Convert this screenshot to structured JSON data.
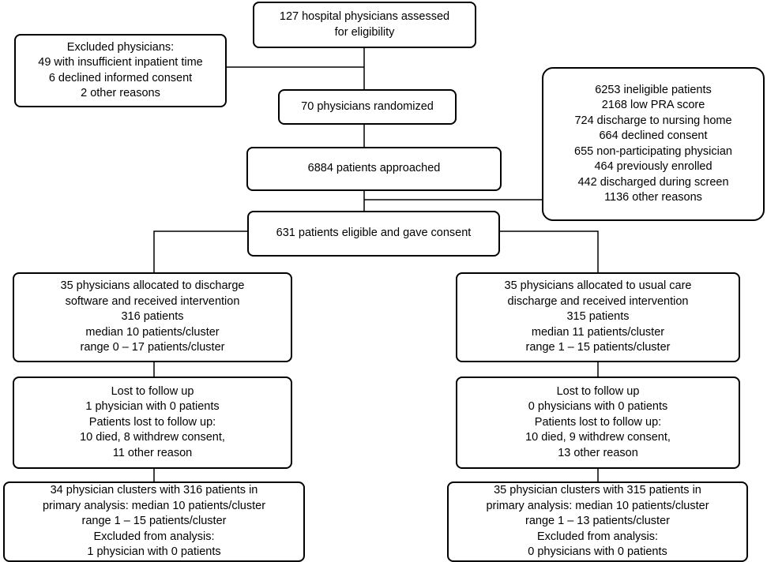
{
  "flowchart": {
    "assessed": [
      "127 hospital physicians assessed",
      "for eligibility"
    ],
    "excluded_physicians": [
      "Excluded physicians:",
      "49 with insufficient inpatient time",
      "6 declined informed consent",
      "2 other reasons"
    ],
    "randomized": [
      "70 physicians randomized"
    ],
    "approached": [
      "6884 patients approached"
    ],
    "ineligible": [
      "6253 ineligible patients",
      "2168 low PRA score",
      "724 discharge to nursing home",
      "664 declined consent",
      "655 non-participating physician",
      "464 previously enrolled",
      "442 discharged during screen",
      "1136 other reasons"
    ],
    "eligible": [
      "631 patients eligible and gave consent"
    ],
    "intervention_alloc": [
      "35 physicians allocated to discharge",
      "software and received intervention",
      "316 patients",
      "median 10 patients/cluster",
      "range 0 – 17 patients/cluster"
    ],
    "control_alloc": [
      "35 physicians allocated to usual care",
      "discharge and received intervention",
      "315 patients",
      "median 11 patients/cluster",
      "range 1 – 15 patients/cluster"
    ],
    "intervention_lost": [
      "Lost to follow up",
      "1 physician with 0 patients",
      "Patients lost to follow up:",
      "10 died, 8 withdrew consent,",
      "11 other reason"
    ],
    "control_lost": [
      "Lost to follow up",
      "0 physicians with 0 patients",
      "Patients lost to follow up:",
      "10 died, 9 withdrew consent,",
      "13 other reason"
    ],
    "intervention_analysis": [
      "34 physician clusters with 316 patients in",
      "primary analysis: median 10 patients/cluster",
      "range 1 – 15 patients/cluster",
      "Excluded from analysis:",
      "1 physician with 0 patients"
    ],
    "control_analysis": [
      "35 physician clusters with 315 patients in",
      "primary analysis: median 10 patients/cluster",
      "range 1 – 13 patients/cluster",
      "Excluded from analysis:",
      "0 physicians with 0 patients"
    ]
  }
}
